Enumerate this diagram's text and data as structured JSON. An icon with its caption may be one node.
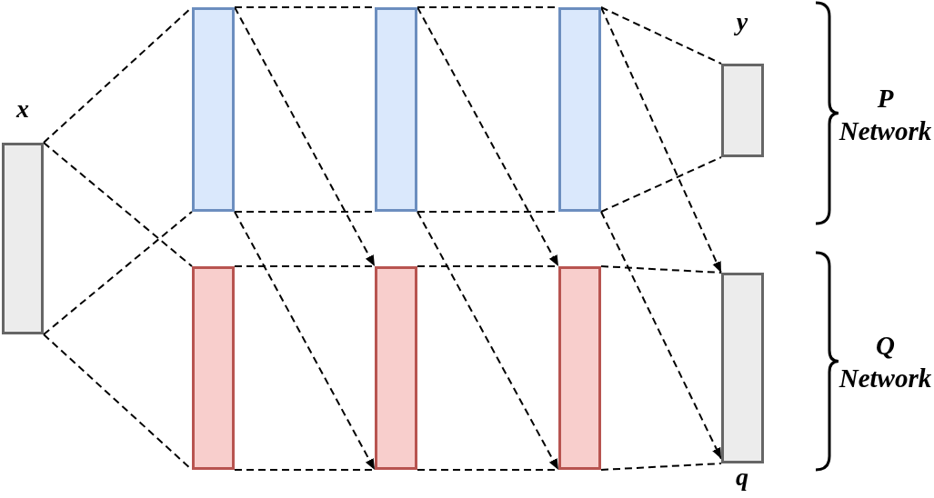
{
  "diagram": {
    "nodes": [
      {
        "text": [],
        "shape": "box",
        "beside": [
          "x"
        ]
      },
      {
        "text": [],
        "shape": "box"
      },
      {
        "text": [],
        "shape": "box"
      },
      {
        "text": [],
        "shape": "box"
      },
      {
        "text": [],
        "shape": "box",
        "beside": [
          "y"
        ]
      },
      {
        "text": [],
        "shape": "box"
      },
      {
        "text": [],
        "shape": "box"
      },
      {
        "text": [],
        "shape": "box"
      },
      {
        "text": [],
        "shape": "box",
        "beside": [
          "q"
        ]
      }
    ],
    "edges": [
      {
        "from": 0,
        "to": 1,
        "arrow": "none",
        "style": "dashed"
      },
      {
        "from": 0,
        "to": 1,
        "arrow": "none",
        "style": "dashed"
      },
      {
        "from": 0,
        "to": 5,
        "arrow": "none",
        "style": "dashed"
      },
      {
        "from": 0,
        "to": 5,
        "arrow": "none",
        "style": "dashed"
      },
      {
        "from": 1,
        "to": 2,
        "arrow": "none",
        "style": "dashed"
      },
      {
        "from": 1,
        "to": 2,
        "arrow": "none",
        "style": "dashed"
      },
      {
        "from": 2,
        "to": 3,
        "arrow": "none",
        "style": "dashed"
      },
      {
        "from": 2,
        "to": 3,
        "arrow": "none",
        "style": "dashed"
      },
      {
        "from": 3,
        "to": 4,
        "arrow": "none",
        "style": "dashed"
      },
      {
        "from": 3,
        "to": 4,
        "arrow": "none",
        "style": "dashed"
      },
      {
        "from": 1,
        "to": 6,
        "arrow": "to",
        "style": "dashed"
      },
      {
        "from": 1,
        "to": 6,
        "arrow": "to",
        "style": "dashed"
      },
      {
        "from": 2,
        "to": 7,
        "arrow": "to",
        "style": "dashed"
      },
      {
        "from": 2,
        "to": 7,
        "arrow": "to",
        "style": "dashed"
      },
      {
        "from": 3,
        "to": 8,
        "arrow": "to",
        "style": "dashed"
      },
      {
        "from": 3,
        "to": 8,
        "arrow": "to",
        "style": "dashed"
      },
      {
        "from": 5,
        "to": 6,
        "arrow": "none",
        "style": "dashed"
      },
      {
        "from": 5,
        "to": 6,
        "arrow": "none",
        "style": "dashed"
      },
      {
        "from": 6,
        "to": 7,
        "arrow": "none",
        "style": "dashed"
      },
      {
        "from": 6,
        "to": 7,
        "arrow": "none",
        "style": "dashed"
      },
      {
        "from": 7,
        "to": 8,
        "arrow": "none",
        "style": "dashed"
      },
      {
        "from": 7,
        "to": 8,
        "arrow": "none",
        "style": "dashed"
      }
    ],
    "labels": [
      "P Network",
      "Q Network"
    ]
  }
}
